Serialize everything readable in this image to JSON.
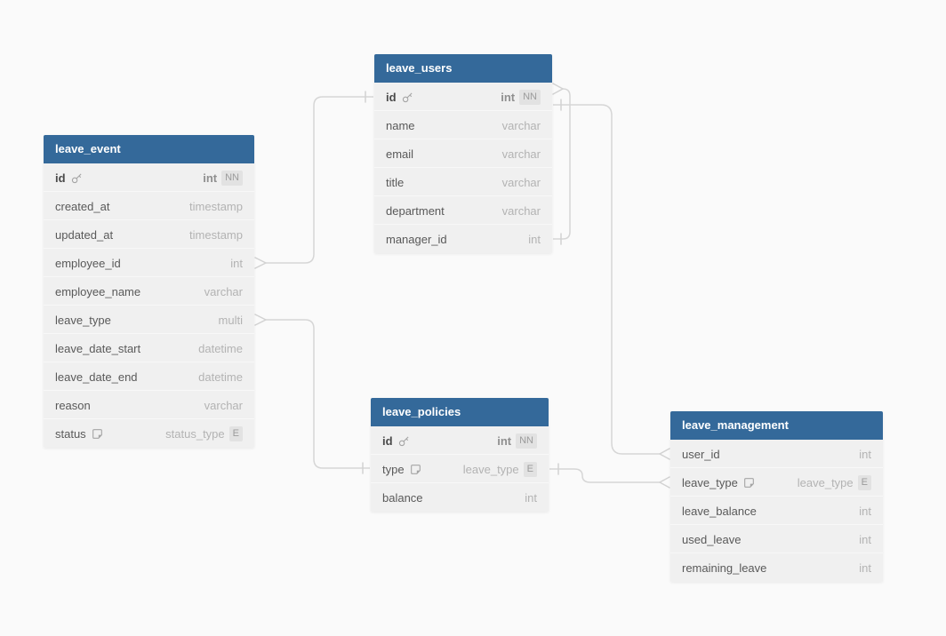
{
  "canvas": {
    "background": "#fafafa"
  },
  "style": {
    "header_bg": "#34699a",
    "header_text": "#ffffff",
    "row_bg": "#f0f0f0",
    "field_name_color": "#595959",
    "field_type_color": "#b3b3b3",
    "badge_bg": "#e2e2e2",
    "badge_text": "#9b9b9b",
    "relationship_line_color": "#d6d6d6"
  },
  "tables": [
    {
      "name": "leave_event",
      "fields": [
        {
          "name": "id",
          "type": "int",
          "badge": "NN",
          "pk": true,
          "icon": "key-icon"
        },
        {
          "name": "created_at",
          "type": "timestamp"
        },
        {
          "name": "updated_at",
          "type": "timestamp"
        },
        {
          "name": "employee_id",
          "type": "int"
        },
        {
          "name": "employee_name",
          "type": "varchar"
        },
        {
          "name": "leave_type",
          "type": "multi"
        },
        {
          "name": "leave_date_start",
          "type": "datetime"
        },
        {
          "name": "leave_date_end",
          "type": "datetime"
        },
        {
          "name": "reason",
          "type": "varchar"
        },
        {
          "name": "status",
          "type": "status_type",
          "badge": "E",
          "icon": "note-icon"
        }
      ]
    },
    {
      "name": "leave_users",
      "fields": [
        {
          "name": "id",
          "type": "int",
          "badge": "NN",
          "pk": true,
          "icon": "key-icon"
        },
        {
          "name": "name",
          "type": "varchar"
        },
        {
          "name": "email",
          "type": "varchar"
        },
        {
          "name": "title",
          "type": "varchar"
        },
        {
          "name": "department",
          "type": "varchar"
        },
        {
          "name": "manager_id",
          "type": "int"
        }
      ]
    },
    {
      "name": "leave_policies",
      "fields": [
        {
          "name": "id",
          "type": "int",
          "badge": "NN",
          "pk": true,
          "icon": "key-icon"
        },
        {
          "name": "type",
          "type": "leave_type",
          "badge": "E",
          "icon": "note-icon"
        },
        {
          "name": "balance",
          "type": "int"
        }
      ]
    },
    {
      "name": "leave_management",
      "fields": [
        {
          "name": "user_id",
          "type": "int"
        },
        {
          "name": "leave_type",
          "type": "leave_type",
          "badge": "E",
          "icon": "note-icon"
        },
        {
          "name": "leave_balance",
          "type": "int"
        },
        {
          "name": "used_leave",
          "type": "int"
        },
        {
          "name": "remaining_leave",
          "type": "int"
        }
      ]
    }
  ],
  "relationships": [
    {
      "from": "leave_event.employee_id",
      "to": "leave_users.id",
      "from_marker": "many",
      "to_marker": "one"
    },
    {
      "from": "leave_event.leave_type",
      "to": "leave_policies.type",
      "from_marker": "many",
      "to_marker": "one"
    },
    {
      "from": "leave_users.id",
      "to": "leave_users.manager_id",
      "from_marker": "many",
      "to_marker": "one"
    },
    {
      "from": "leave_users.id",
      "to": "leave_management.user_id",
      "from_marker": "one",
      "to_marker": "many"
    },
    {
      "from": "leave_policies.type",
      "to": "leave_management.leave_type",
      "from_marker": "one",
      "to_marker": "many"
    }
  ]
}
